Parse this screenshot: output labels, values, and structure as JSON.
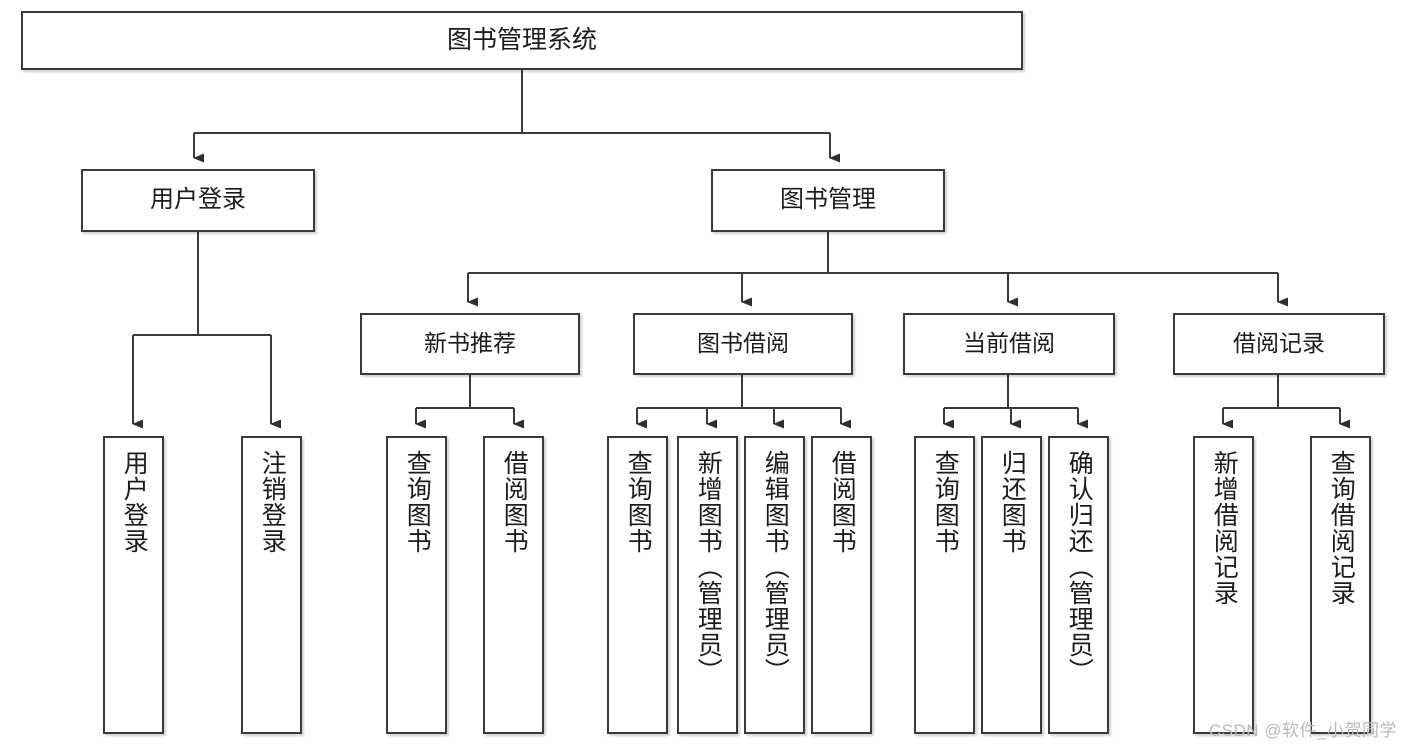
{
  "diagram": {
    "title": "图书管理系统",
    "type": "tree-hierarchy",
    "watermark": "CSDN @软件_小贺同学",
    "colors": {
      "box_border": "#3a3a3a",
      "box_fill": "#ffffff",
      "connector": "#3a3a3a",
      "text": "#1c1c1c",
      "watermark": "#b9b9b9"
    },
    "root": {
      "label": "图书管理系统"
    },
    "level2": [
      {
        "label": "用户登录"
      },
      {
        "label": "图书管理"
      }
    ],
    "level3": [
      {
        "label": "新书推荐"
      },
      {
        "label": "图书借阅"
      },
      {
        "label": "当前借阅"
      },
      {
        "label": "借阅记录"
      }
    ],
    "leaves": [
      {
        "label": "用户登录",
        "parent": "用户登录"
      },
      {
        "label": "注销登录",
        "parent": "用户登录"
      },
      {
        "label": "查询图书",
        "parent": "新书推荐"
      },
      {
        "label": "借阅图书",
        "parent": "新书推荐"
      },
      {
        "label": "查询图书",
        "parent": "图书借阅"
      },
      {
        "label": "新增图书（管理员）",
        "parent": "图书借阅"
      },
      {
        "label": "编辑图书（管理员）",
        "parent": "图书借阅"
      },
      {
        "label": "借阅图书",
        "parent": "图书借阅"
      },
      {
        "label": "查询图书",
        "parent": "当前借阅"
      },
      {
        "label": "归还图书",
        "parent": "当前借阅"
      },
      {
        "label": "确认归还（管理员）",
        "parent": "当前借阅"
      },
      {
        "label": "新增借阅记录",
        "parent": "借阅记录"
      },
      {
        "label": "查询借阅记录",
        "parent": "借阅记录"
      }
    ]
  }
}
